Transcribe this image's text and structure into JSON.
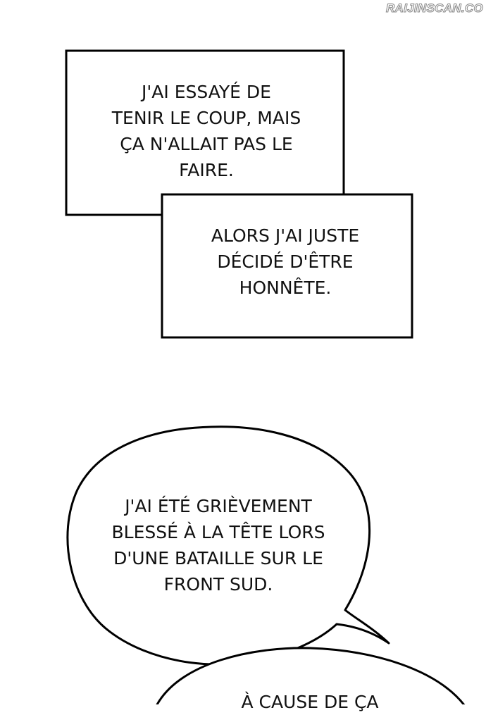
{
  "watermark": "RAIJINSCAN.CO",
  "caption_box_1": {
    "text": "J'AI ESSAYÉ DE\nTENIR LE COUP, MAIS\nÇA N'ALLAIT PAS LE\nFAIRE."
  },
  "caption_box_2": {
    "text": "ALORS J'AI JUSTE\nDÉCIDÉ D'ÊTRE\nHONNÊTE."
  },
  "speech_bubble_1": {
    "text": "J'AI ÉTÉ GRIÈVEMENT\nBLESSÉ À LA TÊTE LORS\nD'UNE BATAILLE SUR LE\nFRONT SUD."
  },
  "speech_bubble_2": {
    "text": "À CAUSE DE ÇA"
  },
  "colors": {
    "background": "#ffffff",
    "ink": "#111111",
    "outline": "#000000"
  }
}
